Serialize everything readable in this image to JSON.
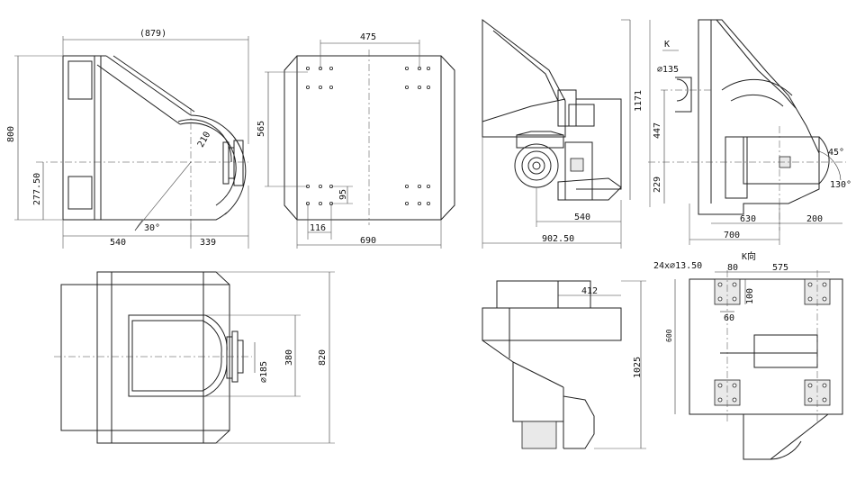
{
  "drawing": {
    "front_view": {
      "dims": {
        "top_width": "(879)",
        "height": "800",
        "lower_height": "277.50",
        "base_left": "540",
        "base_right": "339",
        "arc_radius": "210",
        "angle": "30°"
      }
    },
    "side_view": {
      "dims": {
        "top_spacing": "475",
        "vertical_spacing": "565",
        "hole_offset": "95",
        "left_offset": "116",
        "total_width": "690"
      }
    },
    "top_view": {
      "dims": {
        "diameter": "∅185",
        "middle_height": "380",
        "total_height": "820"
      }
    },
    "right_view_1": {
      "dims": {
        "height": "1171",
        "bottom": "540",
        "total": "902.50"
      }
    },
    "right_view_2": {
      "dims": {
        "k_label": "K",
        "diameter": "∅135",
        "upper_height": "447",
        "lower_height": "229",
        "angle_1": "45°",
        "angle_2": "130°",
        "width_630": "630",
        "width_200": "200",
        "width_700": "700"
      }
    },
    "bottom_right_1": {
      "dims": {
        "top": "412",
        "height": "1025"
      }
    },
    "bottom_right_2": {
      "dims": {
        "holes": "24x∅13.50",
        "d80": "80",
        "k_view": "K向",
        "d575": "575",
        "d100": "100",
        "d60": "60",
        "d600": "600"
      }
    }
  }
}
